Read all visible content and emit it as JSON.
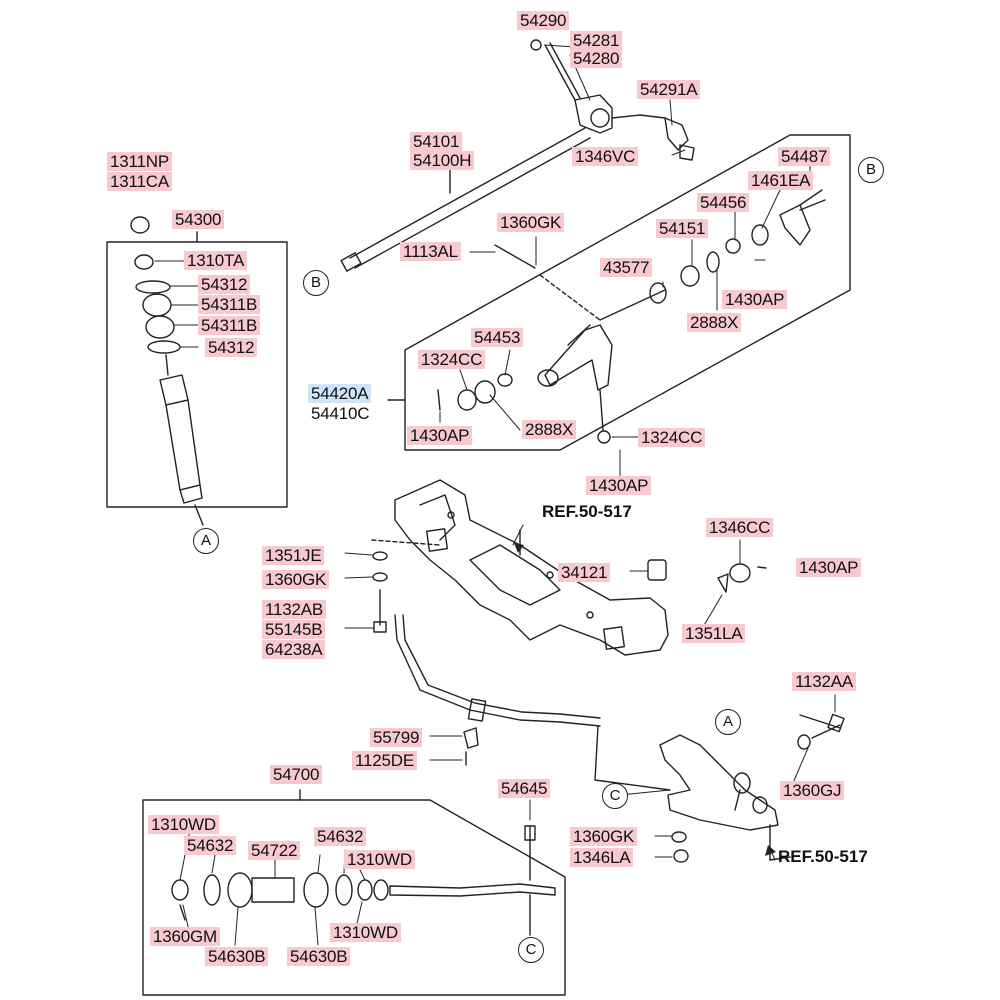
{
  "labels": {
    "p54290": "54290",
    "p54281": "54281",
    "p54280": "54280",
    "p54291A": "54291A",
    "p1346VC": "1346VC",
    "p54101": "54101",
    "p54100H": "54100H",
    "p1311NP": "1311NP",
    "p1311CA": "1311CA",
    "p54300": "54300",
    "p1310TA": "1310TA",
    "p54312a": "54312",
    "p54311Ba": "54311B",
    "p54311Bb": "54311B",
    "p54312b": "54312",
    "p54487": "54487",
    "p1461EA": "1461EA",
    "p54456": "54456",
    "p54151": "54151",
    "p1360GK_top": "1360GK",
    "p1113AL": "1113AL",
    "p43577": "43577",
    "p1430AP_r": "1430AP",
    "p2888X_r": "2888X",
    "p54453": "54453",
    "p1324CC_l": "1324CC",
    "p54420A": "54420A",
    "p54410C": "54410C",
    "p1430AP_l": "1430AP",
    "p2888X_l": "2888X",
    "p1324CC_r": "1324CC",
    "p1430AP_mid": "1430AP",
    "p1351JE": "1351JE",
    "p1360GK_mid": "1360GK",
    "p1132AB": "1132AB",
    "p55145B": "55145B",
    "p64238A": "64238A",
    "p34121": "34121",
    "p1346CC": "1346CC",
    "p1430AP_far": "1430AP",
    "p1351LA": "1351LA",
    "p1132AA": "1132AA",
    "p55799": "55799",
    "p1125DE": "1125DE",
    "p1360GJ": "1360GJ",
    "p54700": "54700",
    "p54645": "54645",
    "p1360GK_bot": "1360GK",
    "p1346LA": "1346LA",
    "p1310WD_a": "1310WD",
    "p54632_a": "54632",
    "p54722": "54722",
    "p54632_b": "54632",
    "p1310WD_b": "1310WD",
    "p1360GM": "1360GM",
    "p54630B_a": "54630B",
    "p54630B_b": "54630B",
    "p1310WD_c": "1310WD"
  },
  "refs": {
    "ref_upper": "REF.50-517",
    "ref_lower": "REF.50-517"
  },
  "callouts": {
    "A": "A",
    "B": "B",
    "C": "C"
  },
  "colors": {
    "highlight": "#f8c9cf",
    "highlight_selected": "#cfe4fb",
    "line": "#222222"
  }
}
